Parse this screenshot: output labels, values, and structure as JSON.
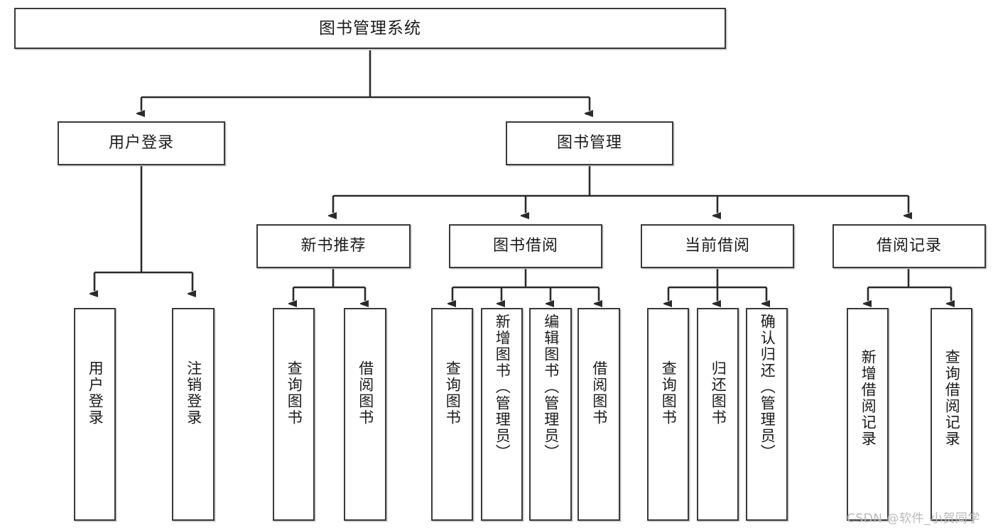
{
  "diagram": {
    "title": "图书管理系统",
    "watermark": "CSDN @软件_小贺同学",
    "colors": {
      "box_border": "#3a3a3a",
      "box_fill": "#ffffff",
      "line": "#2b2b2b",
      "text": "#1b1b1b",
      "watermark": "#b9b9b9",
      "background": "#ffffff"
    },
    "root": {
      "label": "图书管理系统"
    },
    "level2": [
      {
        "label": "用户登录"
      },
      {
        "label": "图书管理"
      }
    ],
    "level3": [
      {
        "label": "新书推荐"
      },
      {
        "label": "图书借阅"
      },
      {
        "label": "当前借阅"
      },
      {
        "label": "借阅记录"
      }
    ],
    "leaves_user_login": [
      {
        "label": "用户登录"
      },
      {
        "label": "注销登录"
      }
    ],
    "leaves_new_book": [
      {
        "label": "查询图书"
      },
      {
        "label": "借阅图书"
      }
    ],
    "leaves_borrow": [
      {
        "label": "查询图书"
      },
      {
        "label": "新增图书（管理员）"
      },
      {
        "label": "编辑图书（管理员）"
      },
      {
        "label": "借阅图书"
      }
    ],
    "leaves_current": [
      {
        "label": "查询图书"
      },
      {
        "label": "归还图书"
      },
      {
        "label": "确认归还（管理员）"
      }
    ],
    "leaves_records": [
      {
        "label": "新增借阅记录"
      },
      {
        "label": "查询借阅记录"
      }
    ]
  }
}
